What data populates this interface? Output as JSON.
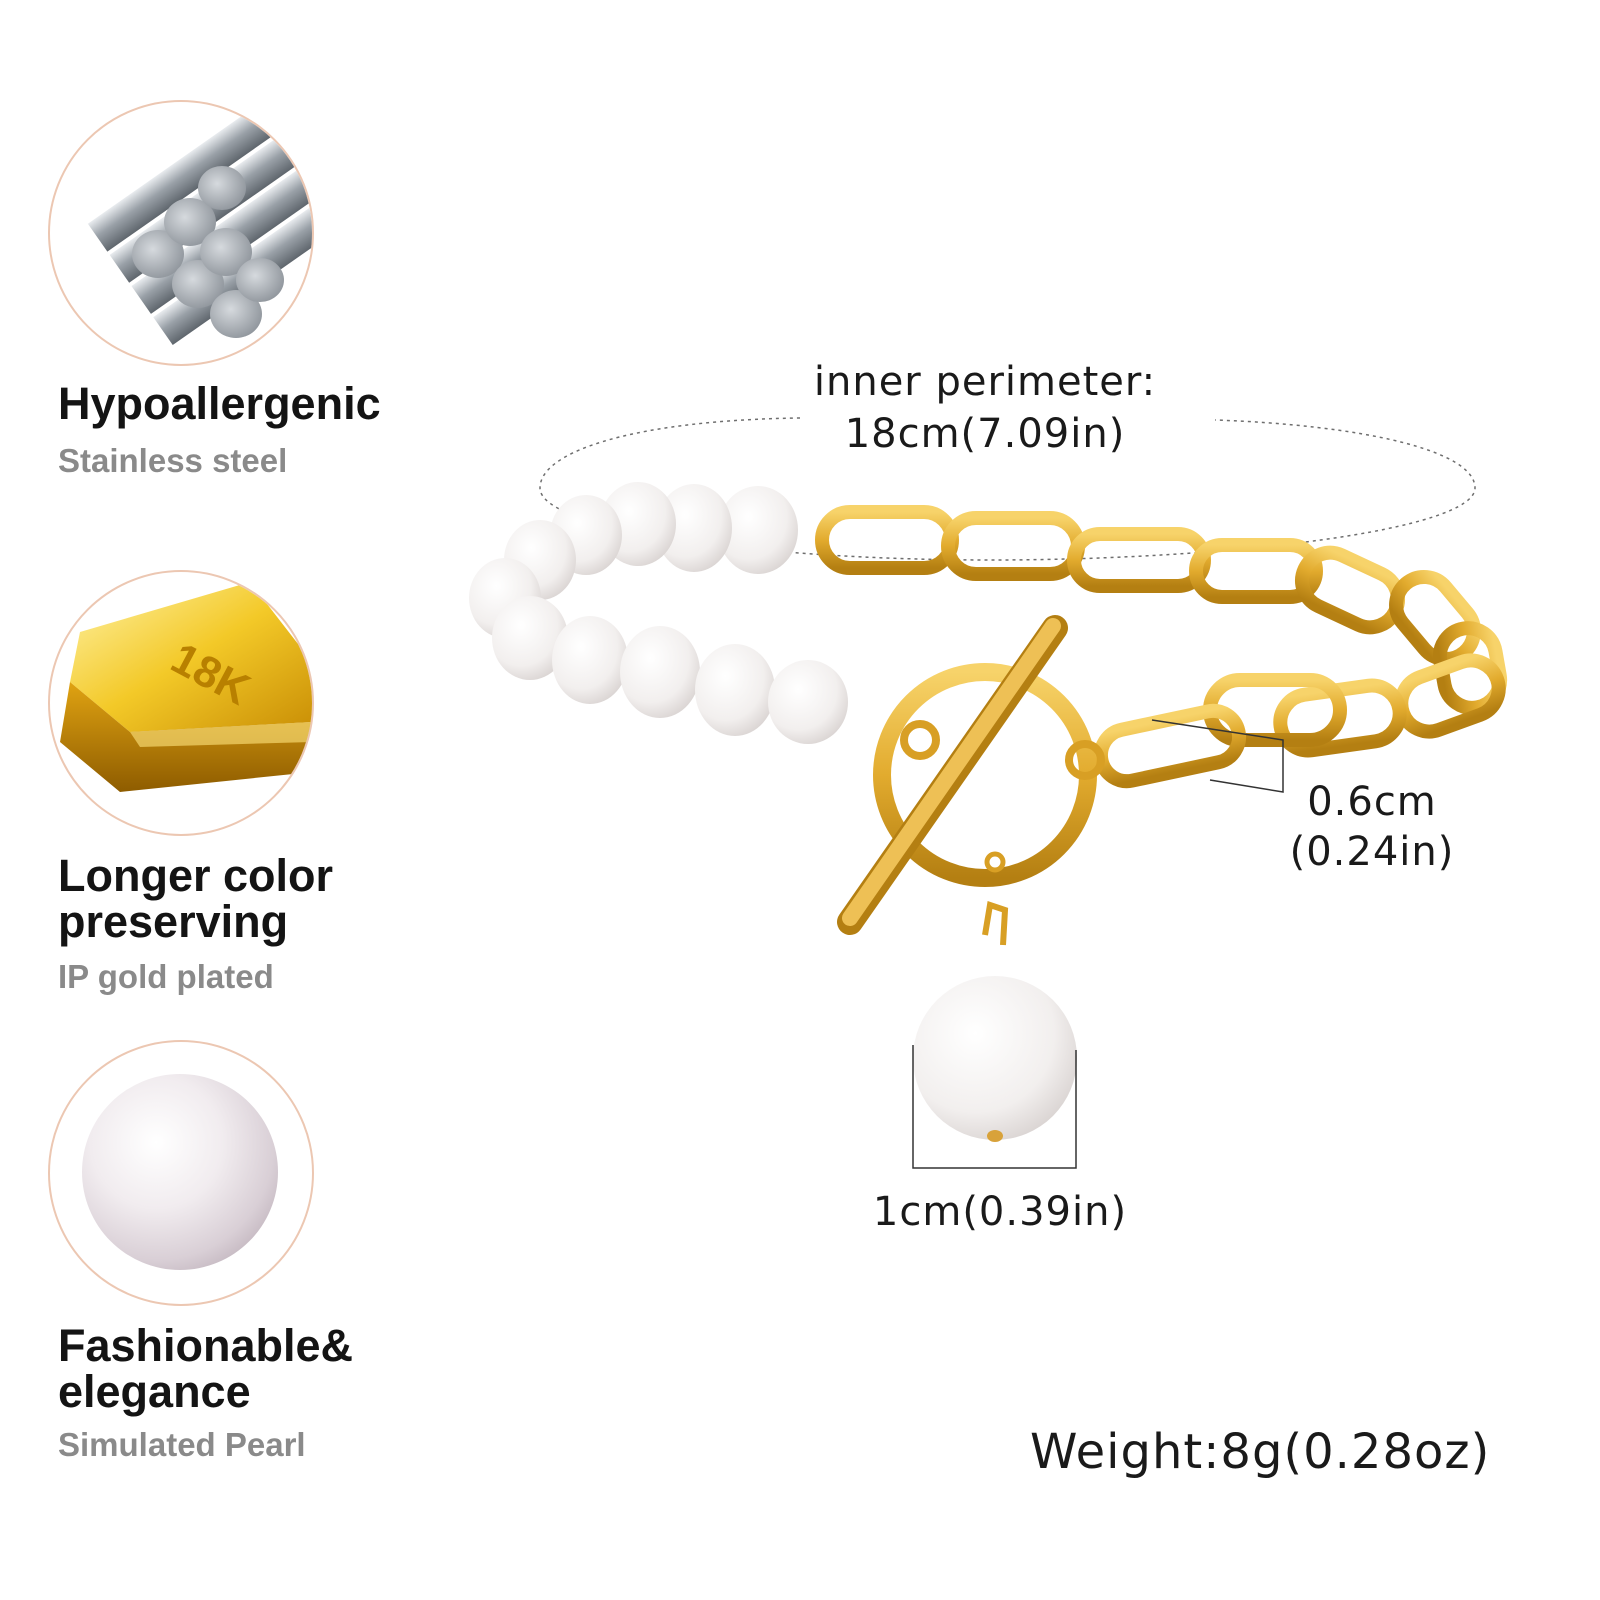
{
  "features": [
    {
      "icon": "steel-rods-icon",
      "title_lines": [
        "Hypoallergenic"
      ],
      "subtitle": "Stainless steel"
    },
    {
      "icon": "gold-bar-icon",
      "badge": "18K",
      "title_lines": [
        "Longer color",
        "preserving"
      ],
      "subtitle": "IP gold plated"
    },
    {
      "icon": "pearl-icon",
      "title_lines": [
        "Fashionable&",
        "elegance"
      ],
      "subtitle": "Simulated Pearl"
    }
  ],
  "dimensions": {
    "perimeter_label": "inner perimeter:",
    "perimeter_value": "18cm(7.09in)",
    "link_width_cm": "0.6cm",
    "link_width_in": "(0.24in)",
    "pearl_size": "1cm(0.39in)",
    "weight": "Weight:8g(0.28oz)"
  },
  "colors": {
    "gold": "#e5b33a",
    "gold_dark": "#b98416",
    "pearl": "#f4f2f1",
    "circle_border": "#ecc7b2"
  }
}
